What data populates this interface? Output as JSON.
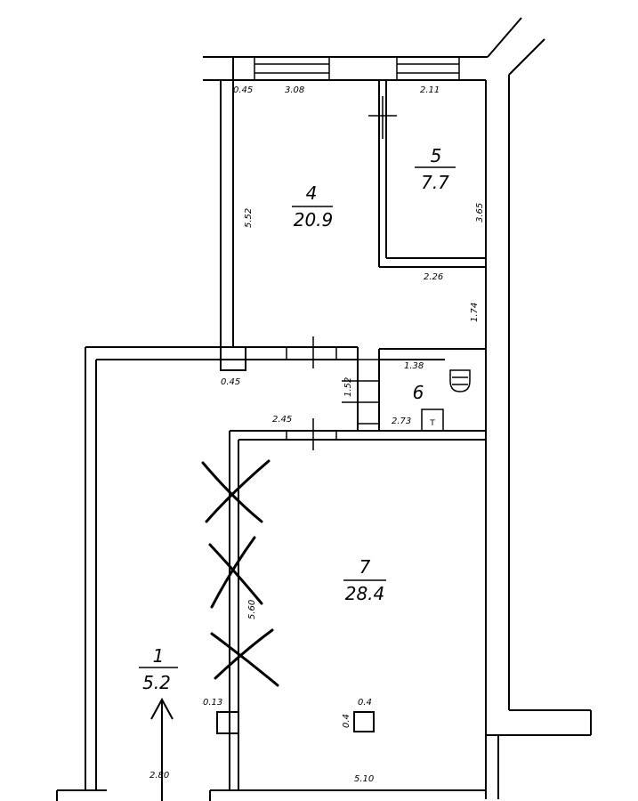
{
  "rooms": [
    {
      "number": "4",
      "area": "20.9"
    },
    {
      "number": "5",
      "area": "7.7"
    },
    {
      "number": "6"
    },
    {
      "number": "7",
      "area": "28.4"
    },
    {
      "number": "1",
      "area": "5.2"
    }
  ],
  "dimensions": {
    "d_0_45_top": "0.45",
    "d_3_08": "3.08",
    "d_2_11": "2.11",
    "d_5_52": "5.52",
    "d_3_65": "3.65",
    "d_2_26": "2.26",
    "d_1_74": "1.74",
    "d_0_45_mid": "0.45",
    "d_1_38": "1.38",
    "d_1_52": "1.52",
    "d_2_45": "2.45",
    "d_2_73": "2.73",
    "d_5_60": "5.60",
    "d_0_13": "0.13",
    "d_0_4_a": "0.4",
    "d_0_4_b": "0.4",
    "d_2_80": "2.80",
    "d_5_10": "5.10"
  },
  "symbols": {
    "toilet_label": "T"
  }
}
